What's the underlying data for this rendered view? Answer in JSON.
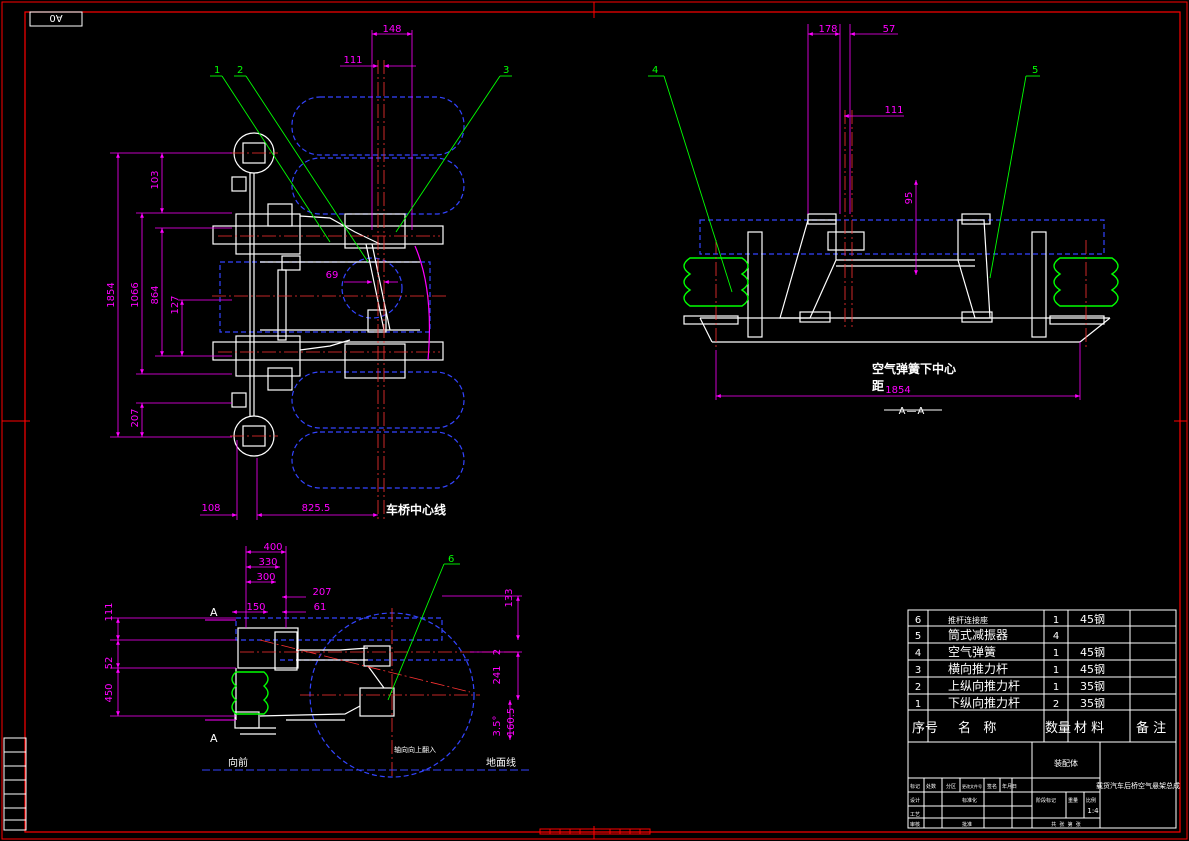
{
  "sheet": {
    "size_label": "A0",
    "colors": {
      "border": "#ff0000",
      "outline": "#ffffff",
      "hidden": "#3344ff",
      "dimension": "#ff00ff",
      "leader": "#00ff00",
      "center": "#ff3333",
      "spring": "#00ff00"
    }
  },
  "top_view": {
    "centerline_label": "车桥中心线",
    "balloons": [
      "1",
      "2",
      "3"
    ],
    "dims": {
      "d148": "148",
      "d111": "111",
      "d103": "103",
      "d1854": "1854",
      "d1066": "1066",
      "d864": "864",
      "d127": "127",
      "d69": "69",
      "d207": "207",
      "d108": "108",
      "d825": "825.5"
    }
  },
  "rear_view": {
    "label_line1": "空气弹簧下中心",
    "label_line2": "距",
    "section_label": "A—A",
    "balloons": [
      "4",
      "5"
    ],
    "dims": {
      "d178": "178",
      "d57": "57",
      "d111": "111",
      "d95": "95",
      "d1854": "1854"
    }
  },
  "side_view": {
    "forward_label": "向前",
    "ground_label": "地面线",
    "note_label": "轴向向上翻入",
    "section_mark": "A",
    "balloons": [
      "6"
    ],
    "dims": {
      "d400": "400",
      "d330": "330",
      "d300": "300",
      "d207": "207",
      "d150": "150",
      "d61": "61",
      "d111": "111",
      "d52": "52",
      "d450": "450",
      "d133": "133",
      "d241": "241",
      "d2": "2",
      "d1605": "160.5",
      "d35": "3.5°"
    }
  },
  "bom": {
    "rows": [
      {
        "no": "6",
        "name": "推杆连接座",
        "qty": "1",
        "mat": "45钢",
        "note": ""
      },
      {
        "no": "5",
        "name": "筒式减振器",
        "qty": "4",
        "mat": "",
        "note": ""
      },
      {
        "no": "4",
        "name": "空气弹簧",
        "qty": "1",
        "mat": "45钢",
        "note": ""
      },
      {
        "no": "3",
        "name": "横向推力杆",
        "qty": "1",
        "mat": "45钢",
        "note": ""
      },
      {
        "no": "2",
        "name": "上纵向推力杆",
        "qty": "1",
        "mat": "35钢",
        "note": ""
      },
      {
        "no": "1",
        "name": "下纵向推力杆",
        "qty": "2",
        "mat": "35钢",
        "note": ""
      }
    ],
    "header": {
      "no": "序号",
      "name": "名   称",
      "qty": "数量",
      "mat": "材 料",
      "note": "备 注"
    }
  },
  "title_block": {
    "assembly": "装配体",
    "drawing_title": "载货汽车后桥空气悬架总成",
    "scale": "1:4",
    "row_labels": [
      "标记",
      "处数",
      "分区",
      "更改文件号",
      "签名",
      "年月日"
    ],
    "role_labels": [
      "设计",
      "审核",
      "工艺"
    ],
    "std_label": "标准化",
    "approve_label": "批准",
    "stage_label": "阶段标记",
    "weight_label": "重量",
    "scale_label": "比例",
    "sheet_label": "共  张  第  张"
  }
}
